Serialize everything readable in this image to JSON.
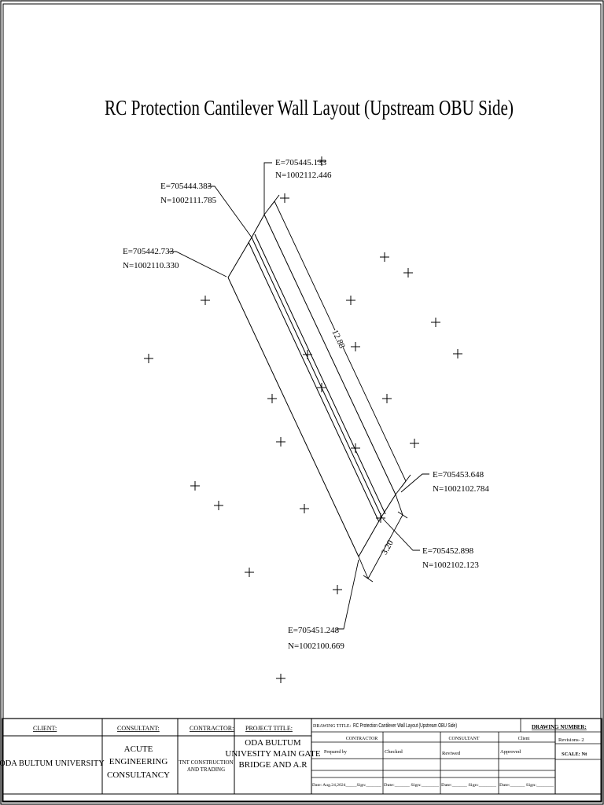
{
  "title": "RC Protection Cantilever Wall Layout (Upstream OBU Side)",
  "points": [
    {
      "E": "E=705445.133",
      "N": "N=1002112.446"
    },
    {
      "E": "E=705444.383",
      "N": "N=1002111.785"
    },
    {
      "E": "E=705442.733",
      "N": "N=1002110.330"
    },
    {
      "E": "E=705453.648",
      "N": "N=1002102.784"
    },
    {
      "E": "E=705452.898",
      "N": "N=1002102.123"
    },
    {
      "E": "E=705451.248",
      "N": "N=1002100.669"
    }
  ],
  "dimensions": {
    "length": "12.88",
    "width": "3.20"
  },
  "title_block": {
    "client_label": "CLIENT:",
    "client": "ODA BULTUM UNIVERSITY",
    "consultant_label": "CONSULTANT:",
    "consultant": [
      "ACUTE",
      "ENGINEERING",
      "CONSULTANCY"
    ],
    "contractor_label": "CONTRACTOR:",
    "contractor": [
      "TNT CONSTRUCTION",
      "AND TRADING"
    ],
    "project_label": "PROJECT TITLE:",
    "project": [
      "ODA BULTUM",
      "UNIVESITY MAIN GATE",
      "BRIDGE AND A.R"
    ],
    "drawing_title_label": "DRAWING TITLE:",
    "drawing_title": "RC Protection Cantilever Wall Layout (Upstream OBU Side)",
    "drawing_number_label": "DRAWING NUMBER:",
    "contractor_col": "CONTRACTOR",
    "consultant_col": "CONSULTANT",
    "client_col": "Client",
    "revision": "Revisions- 2",
    "scale": "SCALE:  Nt",
    "prepared_by": "Prepared by",
    "checked": "Checked",
    "reviewed": "Reviwed",
    "approved": "Approved",
    "date1": "Date: Aug.24,2024_____Sign:_______",
    "date2": "Date:______ Sign:_______",
    "date3": "Date:______ Sign:_______",
    "date4": "Date:______ Sign:_______"
  }
}
